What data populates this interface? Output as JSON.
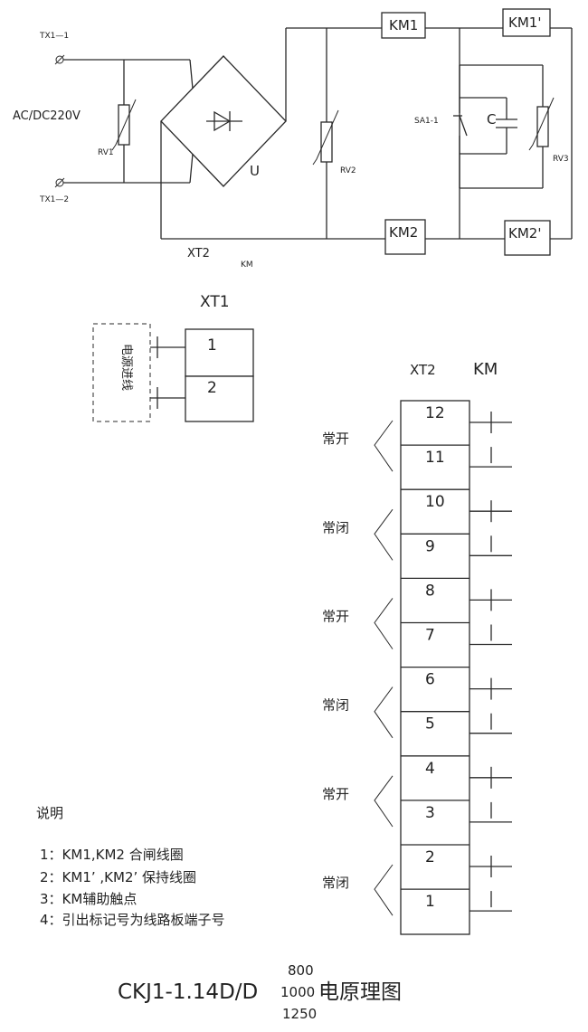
{
  "circuit": {
    "tx1_1": "TX1—1",
    "tx1_2": "TX1—2",
    "supply": "AC/DC220V",
    "rv1": "RV1",
    "rv2": "RV2",
    "rv3": "RV3",
    "rectifier": "U",
    "km1": "KM1",
    "km1p": "KM1'",
    "km2": "KM2",
    "km2p": "KM2'",
    "sa": "SA1-1",
    "cap": "C",
    "xt2": "XT2",
    "km": "KM"
  },
  "xt1": {
    "title": "XT1",
    "source_label": "电源进线",
    "terminals": [
      "1",
      "2"
    ]
  },
  "xt2_block": {
    "title": "XT2",
    "km_title": "KM",
    "terminals": [
      "12",
      "11",
      "10",
      "9",
      "8",
      "7",
      "6",
      "5",
      "4",
      "3",
      "2",
      "1"
    ],
    "groups": [
      "常开",
      "常闭",
      "常开",
      "常闭",
      "常开",
      "常闭"
    ]
  },
  "notes": {
    "title": "说明",
    "items": [
      "1：KM1,KM2 合闸线圈",
      "2：KM1’ ,KM2’   保持线圈",
      "3：KM辅助触点",
      "4：引出标记号为线路板端子号"
    ]
  },
  "title": {
    "main": "CKJ1-1.14D/D",
    "upper": "800",
    "middle": "1000",
    "suffix": "电原理图",
    "lower": "1250"
  }
}
